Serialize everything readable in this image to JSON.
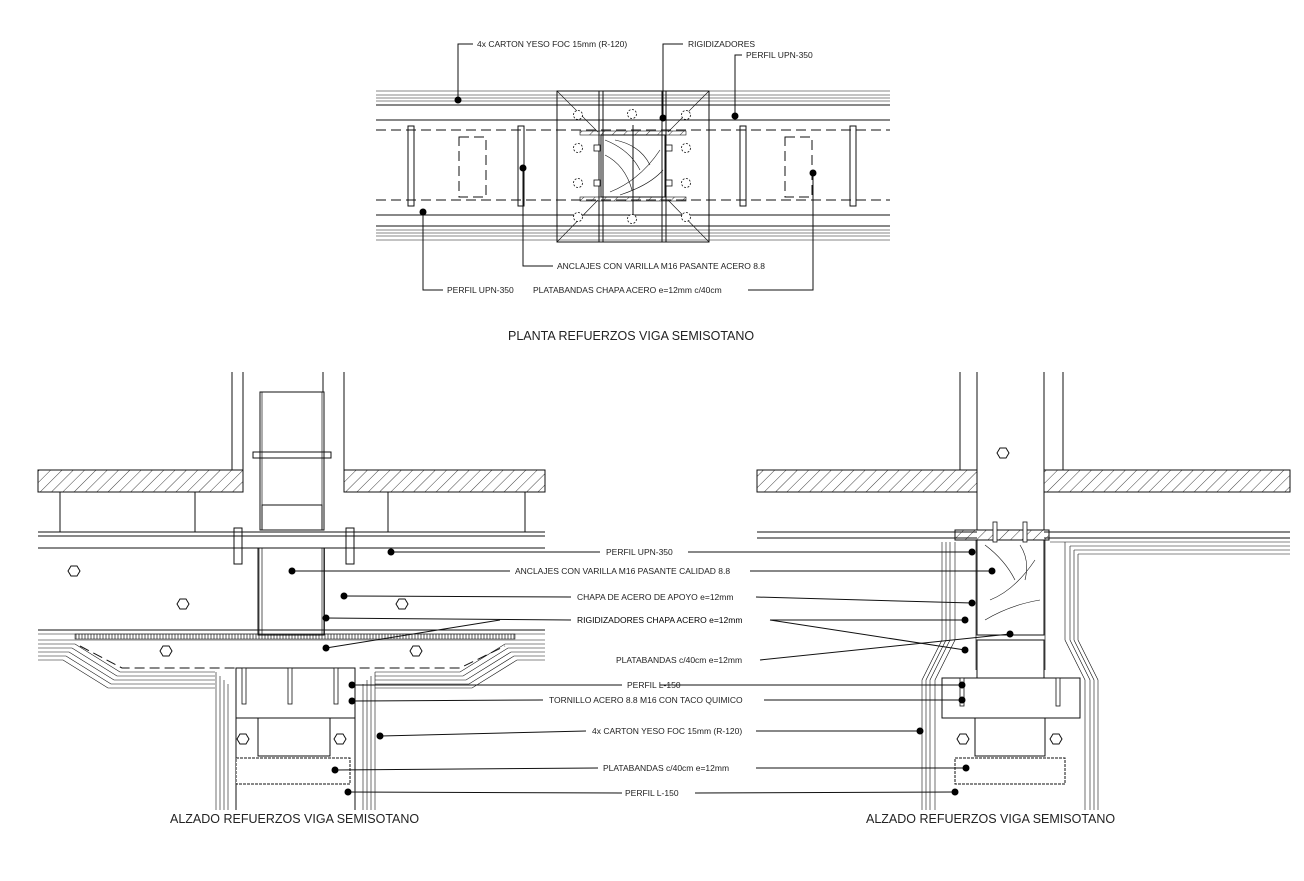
{
  "plan": {
    "title": "PLANTA REFUERZOS VIGA SEMISOTANO",
    "labels": {
      "carton": "4x CARTON YESO FOC 15mm (R-120)",
      "rigidizadores": "RIGIDIZADORES",
      "perfil_upn_top": "PERFIL UPN-350",
      "anclajes": "ANCLAJES CON VARILLA M16 PASANTE ACERO 8.8",
      "perfil_upn_bottom": "PERFIL UPN-350",
      "platabandas": "PLATABANDAS CHAPA ACERO e=12mm c/40cm"
    }
  },
  "elevation": {
    "title_left": "ALZADO REFUERZOS VIGA SEMISOTANO",
    "title_right": "ALZADO REFUERZOS VIGA SEMISOTANO",
    "labels": [
      "PERFIL UPN-350",
      "ANCLAJES CON VARILLA M16 PASANTE CALIDAD 8.8",
      "CHAPA DE ACERO DE APOYO e=12mm",
      "RIGIDIZADORES CHAPA ACERO e=12mm",
      "PLATABANDAS c/40cm e=12mm",
      "PERFIL L-150",
      "TORNILLO ACERO 8.8 M16 CON TACO QUIMICO",
      "4x CARTON YESO FOC 15mm (R-120)",
      "PLATABANDAS c/40cm e=12mm",
      "PERFIL L-150"
    ]
  }
}
